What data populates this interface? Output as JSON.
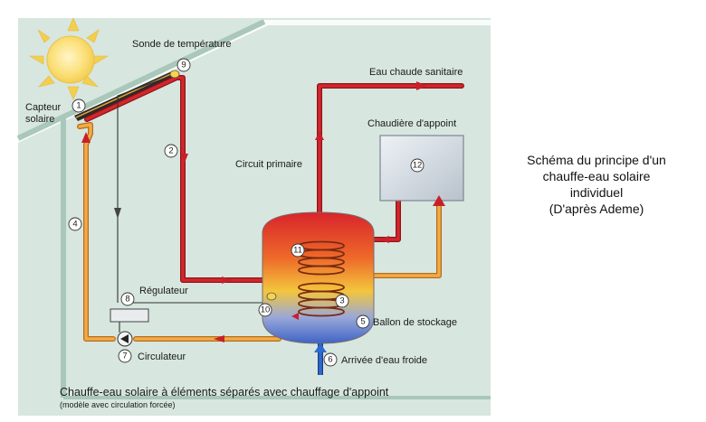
{
  "labels": {
    "sonde": "Sonde de température",
    "capteur_line1": "Capteur",
    "capteur_line2": "solaire",
    "eau_chaude": "Eau chaude sanitaire",
    "chaudiere": "Chaudière d'appoint",
    "circuit_primaire": "Circuit primaire",
    "regulateur": "Régulateur",
    "ballon": "Ballon de stockage",
    "arrivee": "Arrivée d'eau froide",
    "circulateur": "Circulateur"
  },
  "numbers": {
    "n1": "1",
    "n2": "2",
    "n3": "3",
    "n4": "4",
    "n5": "5",
    "n6": "6",
    "n7": "7",
    "n8": "8",
    "n9": "9",
    "n10": "10",
    "n11": "11",
    "n12": "12"
  },
  "caption": {
    "title": "Chauffe-eau solaire à éléments séparés avec chauffage d'appoint",
    "subtitle": "(modèle avec circulation forcée)"
  },
  "side_caption": {
    "line1": "Schéma du principe d'un",
    "line2": "chauffe-eau solaire",
    "line3": "individuel",
    "line4": "(D'après Ademe)"
  },
  "colors": {
    "background_panel": "#d7e6df",
    "house_outline": "#aac8bd",
    "hot_pipe": "#c8202a",
    "warm_pipe": "#e7a33a",
    "cold_pipe": "#1f59b3",
    "sun": "#f6d24b"
  }
}
